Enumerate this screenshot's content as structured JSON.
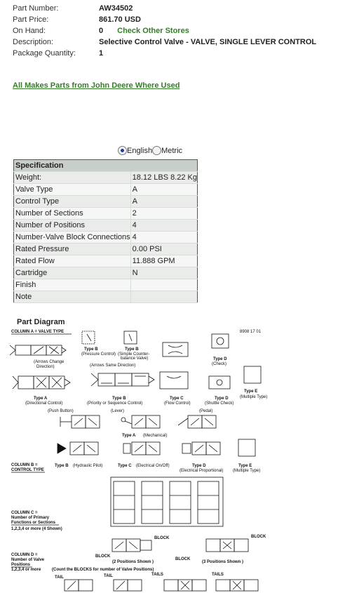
{
  "part": {
    "number_label": "Part Number:",
    "number": "AW34502",
    "price_label": "Part Price:",
    "price": "861.70 USD",
    "onhand_label": "On Hand:",
    "onhand": "0",
    "check_stores": "Check Other Stores",
    "description_label": "Description:",
    "description": "Selective Control Valve - VALVE, SINGLE LEVER CONTROL",
    "package_label": "Package Quantity:",
    "package": "1"
  },
  "makes_link": "All Makes Parts from John Deere Where Used",
  "units": {
    "english": "English",
    "metric": "Metric",
    "selected": "English"
  },
  "spec": {
    "header": "Specification",
    "rows": [
      {
        "name": "Weight:",
        "value": "18.12 LBS  8.22 Kg"
      },
      {
        "name": "Valve Type",
        "value": "A"
      },
      {
        "name": "Control Type",
        "value": "A"
      },
      {
        "name": "Number of Sections",
        "value": "2"
      },
      {
        "name": "Number of Positions",
        "value": "4"
      },
      {
        "name": "Number-Valve Block Connections",
        "value": "4"
      },
      {
        "name": "Rated Pressure",
        "value": "0.00 PSI"
      },
      {
        "name": "Rated Flow",
        "value": "11.888 GPM"
      },
      {
        "name": "Cartridge",
        "value": "N"
      },
      {
        "name": "Finish",
        "value": ""
      },
      {
        "name": "Note",
        "value": ""
      }
    ]
  },
  "diagram": {
    "title": "Part Diagram",
    "ref": "8908 17 01",
    "col_a": "COLUMN  A = VALVE TYPE",
    "arrows_change": "(Arrows Change",
    "direction": "Direction)",
    "type_a": "Type  A",
    "type_b": "Type  B",
    "type_c": "Type  C",
    "type_d": "Type  D",
    "type_e": "Type  E",
    "pressure_control": "(Pressure Control)",
    "simple_counter": "(Simple Counter-",
    "balance_valve": "balance Valve)",
    "check": "(Check)",
    "arrows_same": "(Arrows Same Direction)",
    "directional": "(Directional Control)",
    "priority": "(Priority or Sequence Control)",
    "flow_control": "(Flow Control)",
    "shuttle": "(Shuttle Check)",
    "multiple_type": "(Multiple Type)",
    "push_button": "(Push Button)",
    "lever": "(Lever)",
    "pedal": "(Pedal)",
    "mechanical": "(Mechanical)",
    "col_b": "COLUMN  B =",
    "control_type": "CONTROL TYPE",
    "hydraulic_pilot": "(Hydraulic Pilot)",
    "electrical_onoff": "(Electrical On/Off)",
    "electrical_prop": "(Electrical Proportional)",
    "col_c": "COLUMN  C =",
    "num_primary": "Number of Primary",
    "functions": "Functions or Sections",
    "col_c_values": "1,2,3,4 or more (4 Shown)",
    "col_d": "COLUMN  D =",
    "num_valve": "Number of Valve",
    "positions": "Positions",
    "col_d_values": "1,2,3,4 or more",
    "count_blocks": "(Count the BLOCKS for number of Valve Positions)",
    "block": "BLOCK",
    "two_positions": "(2 Positions Shown )",
    "three_positions": "(3 Positions Shown )",
    "tail": "TAIL",
    "tails": "TAILS"
  },
  "colors": {
    "green_link": "#367c2b",
    "table_border": "#3d6b33",
    "table_header": "#c8cfc8"
  }
}
